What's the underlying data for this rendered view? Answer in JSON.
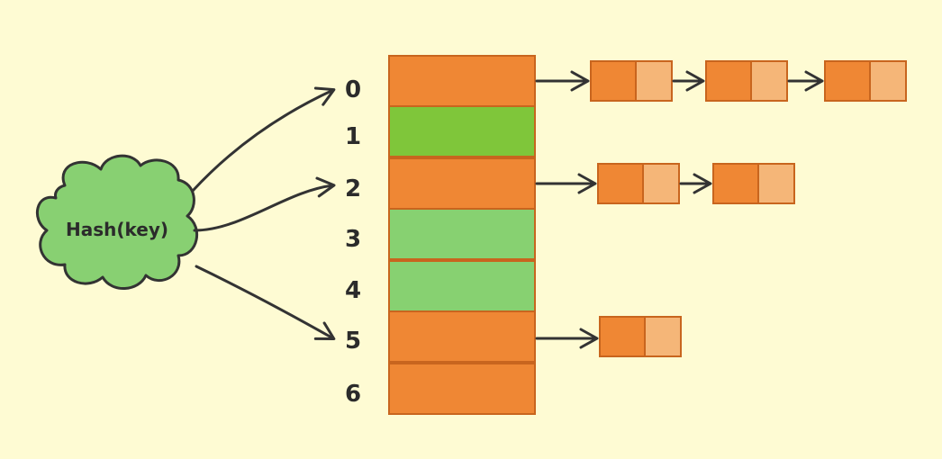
{
  "hash_function": {
    "label": "Hash(key)",
    "fill": "#88d072",
    "stroke": "#333333"
  },
  "colors": {
    "background": "#fefbd3",
    "occupied_bucket": "#ef8734",
    "bucket_border": "#c8651e",
    "empty_bucket_a": "#7fc63a",
    "empty_bucket_b": "#87d171",
    "node_data": "#ef8734",
    "node_next": "#f5b678",
    "arrow": "#333333"
  },
  "buckets": [
    {
      "index": "0",
      "state": "occupied",
      "chain_length": 3
    },
    {
      "index": "1",
      "state": "empty_a",
      "chain_length": 0
    },
    {
      "index": "2",
      "state": "occupied",
      "chain_length": 2
    },
    {
      "index": "3",
      "state": "empty_b",
      "chain_length": 0
    },
    {
      "index": "4",
      "state": "empty_b",
      "chain_length": 0
    },
    {
      "index": "5",
      "state": "occupied",
      "chain_length": 1
    },
    {
      "index": "6",
      "state": "occupied",
      "chain_length": 0
    }
  ],
  "hash_targets": [
    "0",
    "2",
    "5"
  ]
}
